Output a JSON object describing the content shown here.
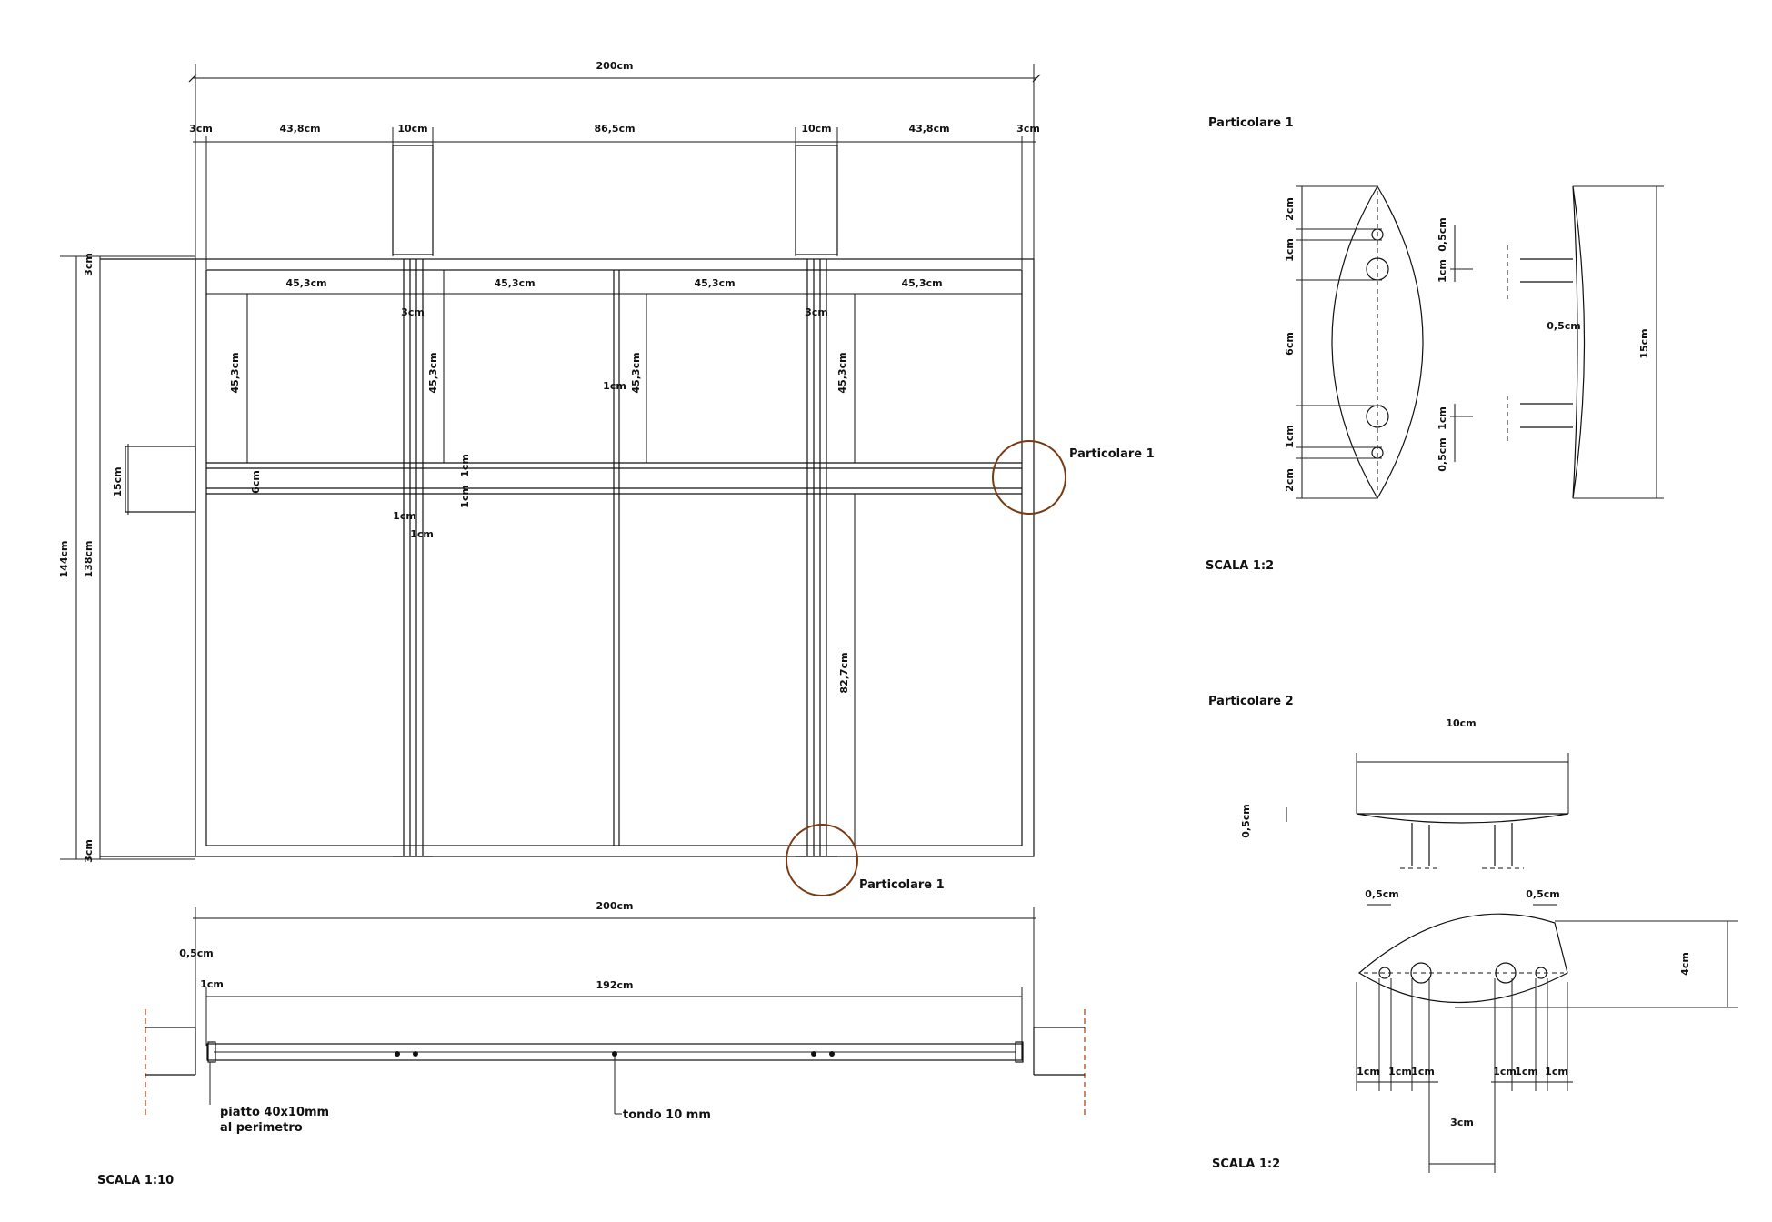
{
  "plan": {
    "overall_width": "200cm",
    "top_dims": [
      "3cm",
      "43,8cm",
      "10cm",
      "86,5cm",
      "10cm",
      "43,8cm",
      "3cm"
    ],
    "inner_dims": [
      "45,3cm",
      "45,3cm",
      "45,3cm",
      "45,3cm"
    ],
    "vertical_dims": [
      "45,3cm",
      "45,3cm",
      "45,3cm",
      "45,3cm"
    ],
    "small_dims": [
      "3cm",
      "3cm",
      "1cm",
      "1cm",
      "1cm",
      "1cm",
      "1cm",
      "6cm",
      "15cm"
    ],
    "height_outer": "144cm",
    "height_inner": "138cm",
    "border_top": "3cm",
    "border_bottom": "3cm",
    "lower_dim": "82,7cm",
    "callout_right": "Particolare 1",
    "callout_bottom": "Particolare 1"
  },
  "section": {
    "overall_width": "200cm",
    "inner_width": "192cm",
    "thickness": "0,5cm",
    "edge": "1cm",
    "note_plate_1": "piatto 40x10mm",
    "note_plate_2": "al perimetro",
    "note_rod": "tondo 10 mm"
  },
  "scale_main": "SCALA 1:10",
  "detail1": {
    "title": "Particolare 1",
    "dims_left": [
      "2cm",
      "1cm",
      "6cm",
      "1cm",
      "2cm"
    ],
    "dims_right": [
      "0,5cm",
      "1cm",
      "1cm",
      "0,5cm"
    ],
    "side_thickness": "0,5cm",
    "side_height": "15cm",
    "scale": "SCALA 1:2"
  },
  "detail2": {
    "title": "Particolare 2",
    "width": "10cm",
    "thickness": "0,5cm",
    "hole_dims": [
      "0,5cm",
      "0,5cm"
    ],
    "height": "4cm",
    "bottom_left": [
      "1cm",
      "1cm",
      "1cm"
    ],
    "bottom_right": [
      "1cm",
      "1cm",
      "1cm"
    ],
    "center_gap": "3cm",
    "scale": "SCALA 1:2"
  },
  "colors": {
    "ink": "#111111",
    "callout": "#7a3a10",
    "wall": "#b5451b"
  }
}
